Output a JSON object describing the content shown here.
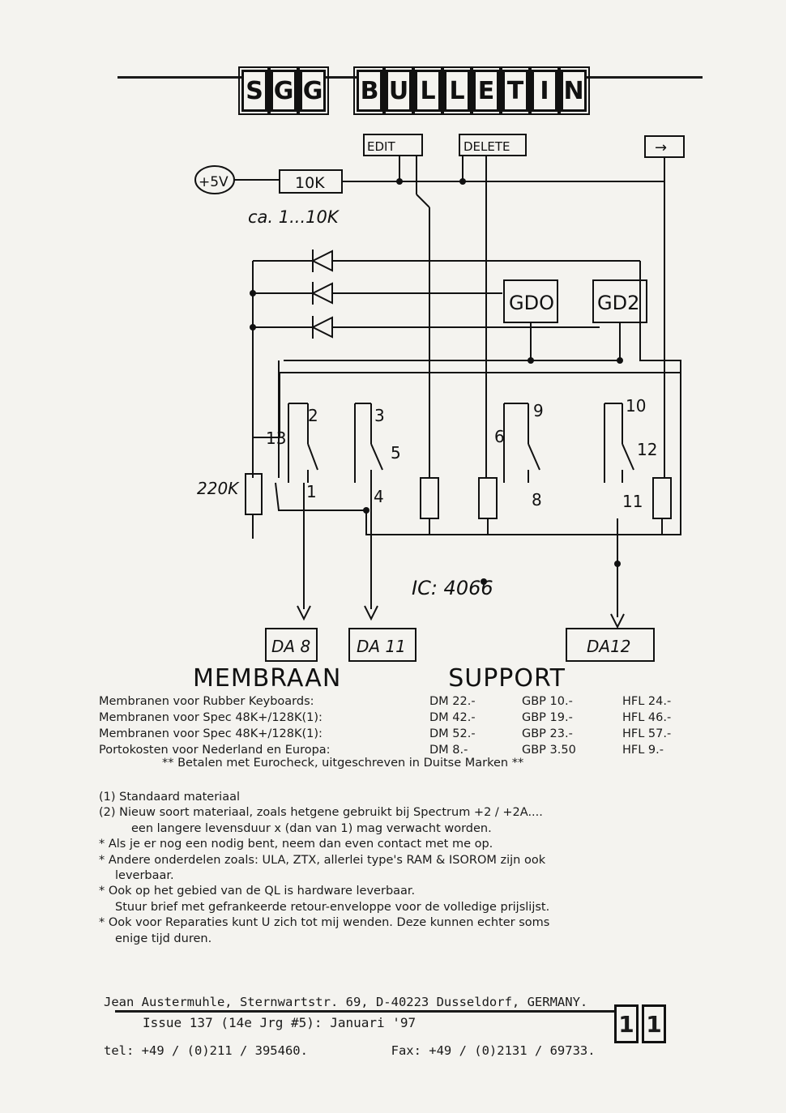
{
  "masthead": {
    "word1": [
      "S",
      "G",
      "G"
    ],
    "word2": [
      "B",
      "U",
      "L",
      "L",
      "E",
      "T",
      "I",
      "N"
    ]
  },
  "schematic": {
    "supply": "+5V",
    "resistor_top": "10K",
    "resistor_note": "ca. 1...10K",
    "key_edit": "EDIT",
    "key_delete": "DELETE",
    "key_arrow": "→",
    "gdo": "GDO",
    "gd2": "GD2",
    "r220k": "220K",
    "ic_label": "IC: 4066",
    "pins": [
      "13",
      "2",
      "1",
      "3",
      "5",
      "4",
      "6",
      "9",
      "8",
      "10",
      "12",
      "11"
    ],
    "out_da8": "DA 8",
    "out_da11": "DA 11",
    "out_da12": "DA12"
  },
  "title": {
    "left": "MEMBRAAN",
    "right": "SUPPORT"
  },
  "prices": [
    {
      "label": "Membranen voor Rubber Keyboards:",
      "dm": "DM 22.-",
      "gbp": "GBP 10.-",
      "hfl": "HFL 24.-"
    },
    {
      "label": "Membranen voor Spec 48K+/128K(1):",
      "dm": "DM 42.-",
      "gbp": "GBP 19.-",
      "hfl": "HFL 46.-"
    },
    {
      "label": "Membranen voor Spec 48K+/128K(1):",
      "dm": "DM 52.-",
      "gbp": "GBP 23.-",
      "hfl": "HFL 57.-"
    },
    {
      "label": "Portokosten voor Nederland en Europa:",
      "dm": "DM 8.-",
      "gbp": "GBP 3.50",
      "hfl": "HFL 9.-"
    }
  ],
  "eurocheck": "** Betalen met Eurocheck, uitgeschreven in Duitse Marken **",
  "notes": [
    "(1) Standaard materiaal",
    "(2) Nieuw soort materiaal, zoals hetgene gebruikt bij Spectrum +2 / +2A....",
    "een langere levensduur x (dan van 1) mag verwacht worden.",
    "* Als je er nog een nodig bent, neem dan even contact met me op.",
    "* Andere onderdelen zoals: ULA, ZTX, allerlei type's RAM & ISOROM zijn ook",
    "leverbaar.",
    "* Ook op het gebied van de QL is hardware leverbaar.",
    "Stuur brief met gefrankeerde retour-enveloppe voor de volledige prijslijst.",
    "* Ook voor Reparaties kunt U zich tot mij wenden. Deze kunnen echter soms",
    "enige tijd duren."
  ],
  "address": {
    "line1": "Jean Austermuhle, Sternwartstr. 69, D-40223 Dusseldorf, GERMANY.",
    "line2": "tel: +49 / (0)211 / 395460.           Fax: +49 / (0)2131 / 69733."
  },
  "footer": {
    "issue": "Issue 137 (14e Jrg #5): Januari '97",
    "page": [
      "1",
      "1"
    ]
  }
}
